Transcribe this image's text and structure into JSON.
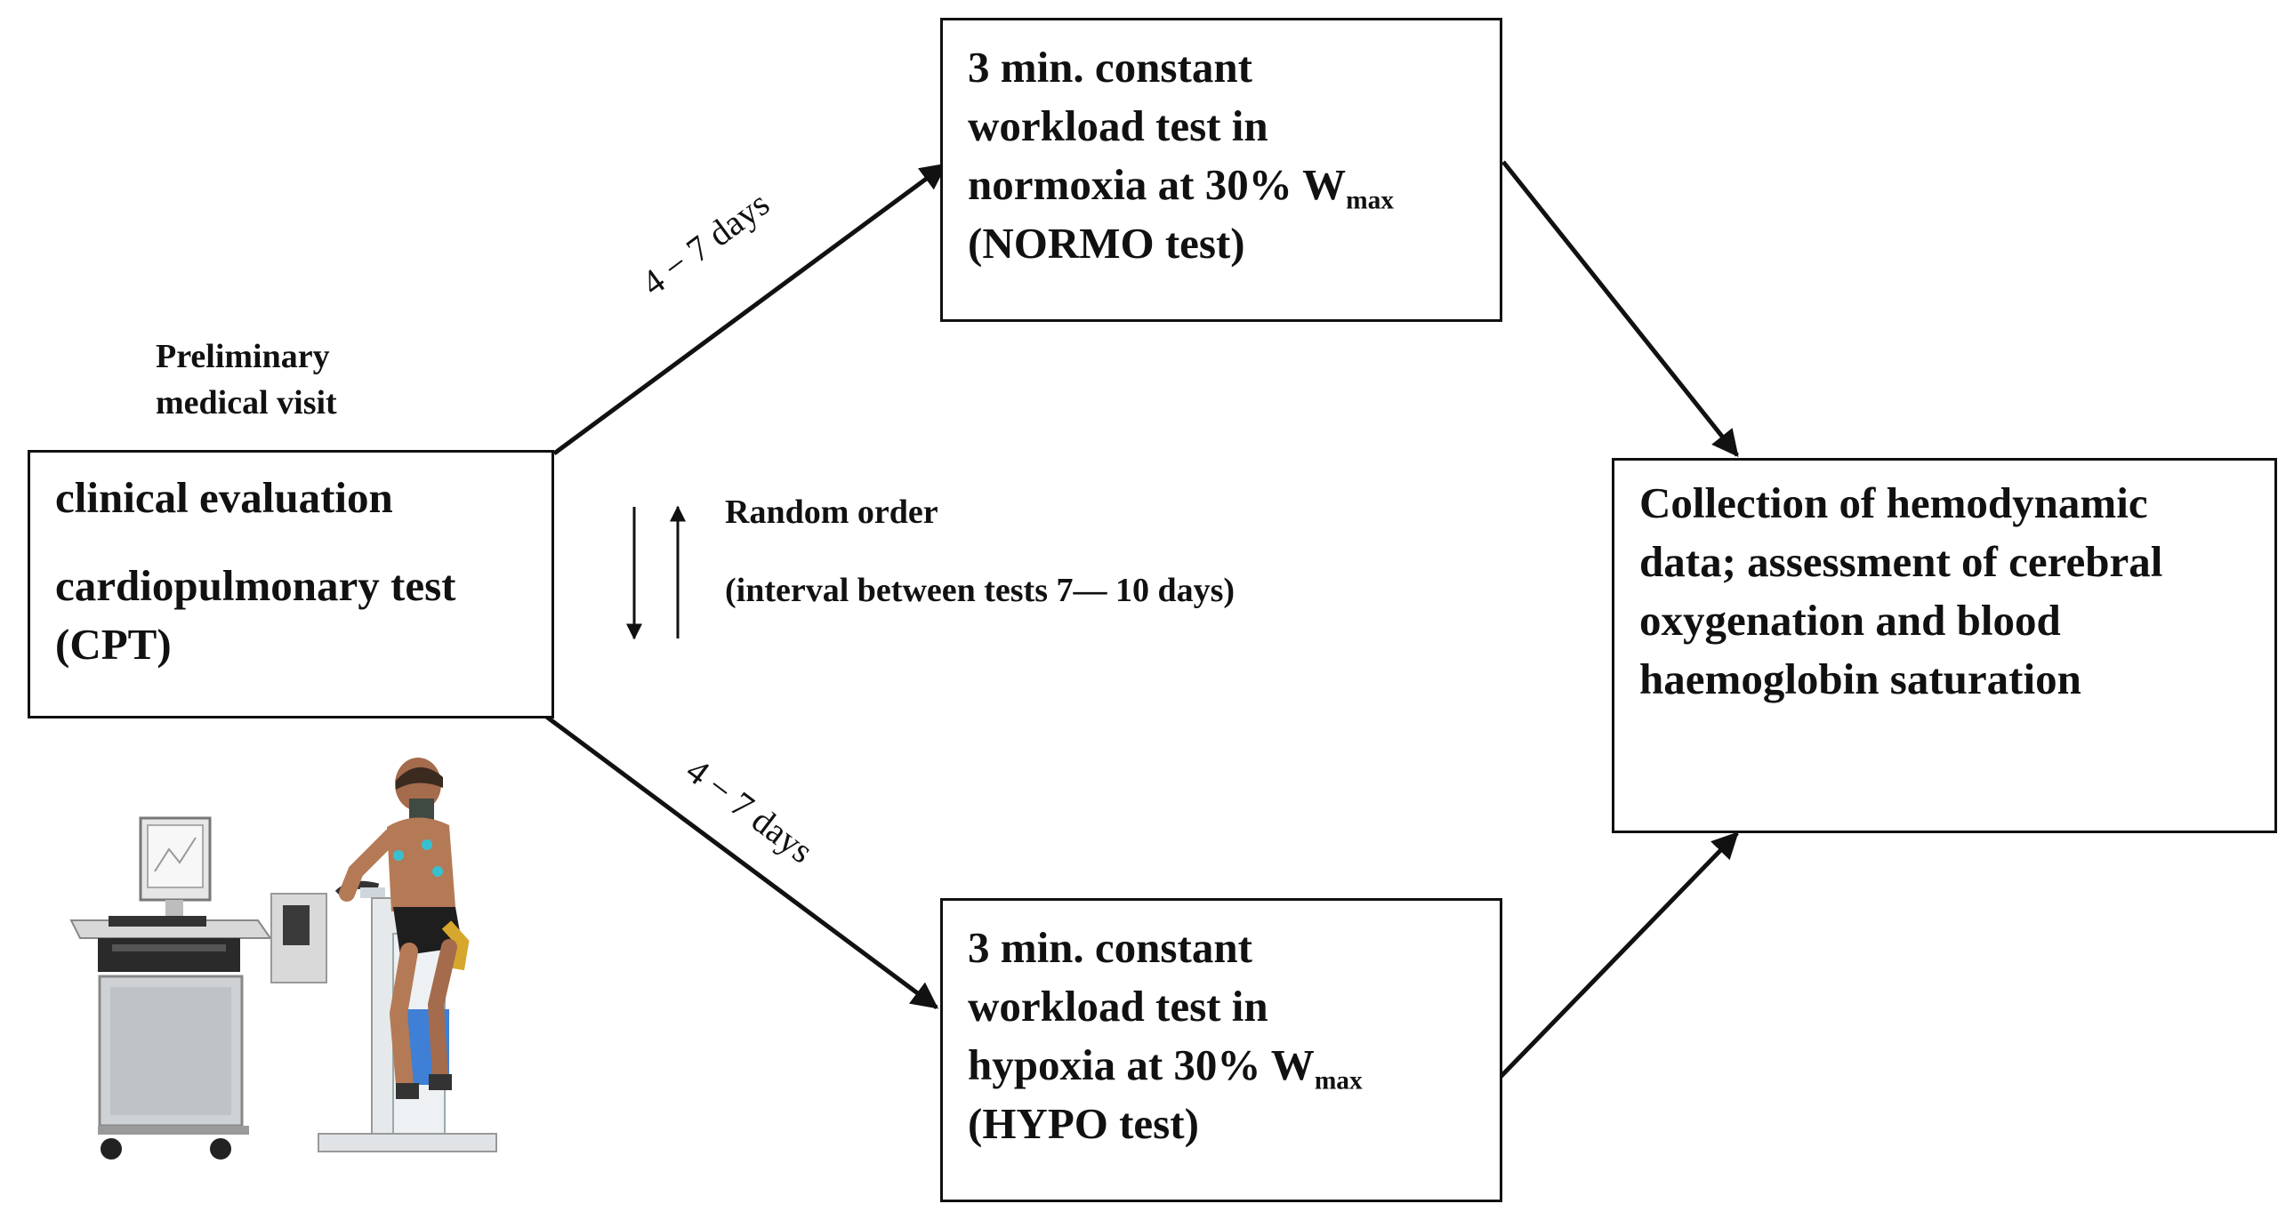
{
  "preliminary_label": [
    "Preliminary",
    "medical visit"
  ],
  "cpt_box": {
    "line1": "clinical evaluation",
    "line2": "cardiopulmonary test",
    "line3": "(CPT)"
  },
  "normo_box": {
    "line1": "3 min. constant",
    "line2": "workload test in",
    "line3_prefix": "normoxia at 30% W",
    "line3_sub": "max",
    "line4": "(NORMO test)"
  },
  "hypo_box": {
    "line1": "3 min. constant",
    "line2": "workload test in",
    "line3_prefix": "hypoxia at 30% W",
    "line3_sub": "max",
    "line4": "(HYPO test)"
  },
  "result_box": {
    "line1": "Collection of hemodynamic",
    "line2": "data; assessment of cerebral",
    "line3": "oxygenation and blood",
    "line4": "haemoglobin saturation"
  },
  "interval_top": "4 − 7 days",
  "interval_bottom": "4 − 7 days",
  "random_order": {
    "title": "Random order",
    "detail": "(interval between tests 7— 10 days)"
  }
}
